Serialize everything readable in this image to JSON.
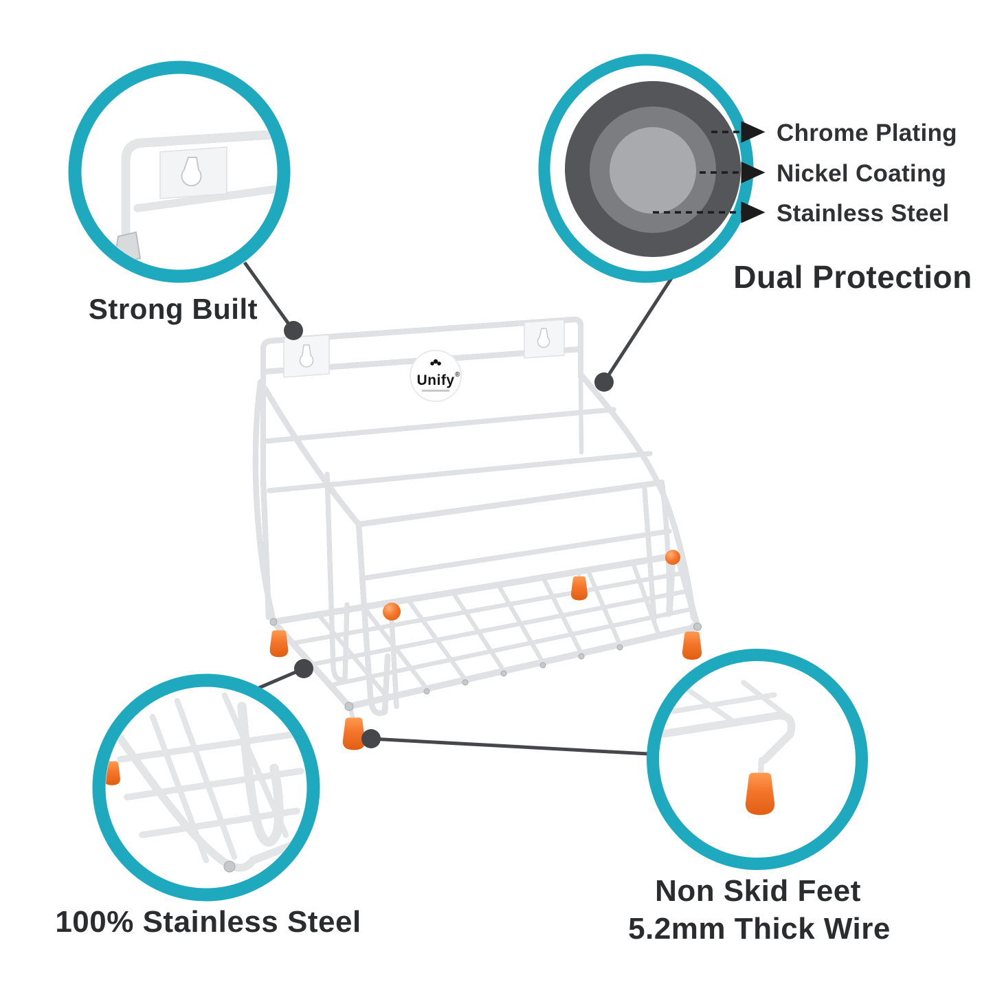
{
  "colors": {
    "teal_ring": "#1ea9bf",
    "connector": "#46474a",
    "text": "#2b2c2e",
    "orange_foot": "#f4752a",
    "chrome": "#aaadb2",
    "layer_dark_gray": "#55565a",
    "layer_mid_gray": "#7b7d81",
    "layer_light_gray": "#a8aaae"
  },
  "callouts": {
    "strong_built": {
      "label": "Strong Built"
    },
    "dual_protection": {
      "label": "Dual Protection",
      "layers": [
        "Chrome Plating",
        "Nickel Coating",
        "Stainless Steel"
      ]
    },
    "stainless_steel": {
      "label": "100% Stainless Steel"
    },
    "non_skid": {
      "line1": "Non Skid Feet",
      "line2": "5.2mm Thick Wire"
    }
  },
  "product": {
    "brand": "Unify",
    "brand_mark": "®"
  }
}
